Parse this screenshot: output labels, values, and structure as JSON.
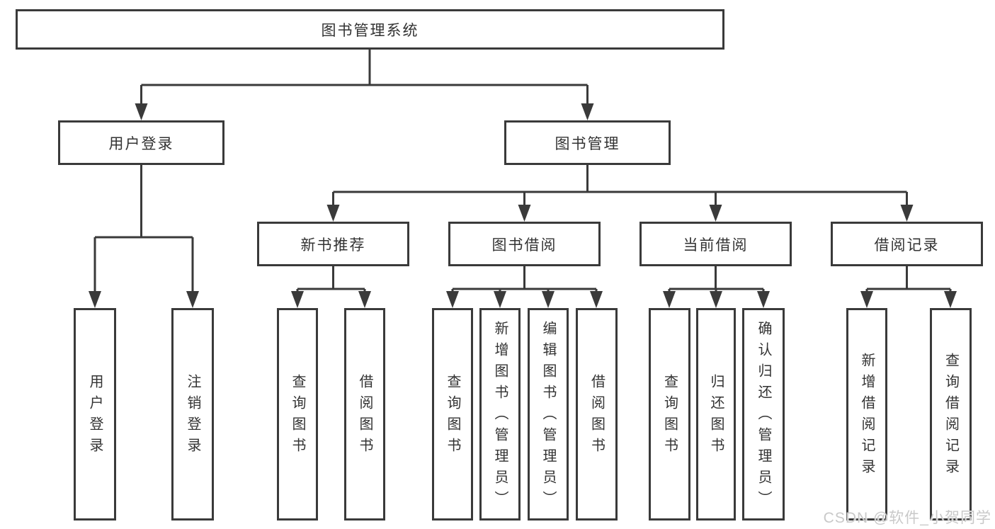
{
  "colors": {
    "line": "#3a3a3a",
    "box_border": "#3a3a3a",
    "box_background": "#ffffff",
    "text": "#333333",
    "watermark": "#c9c9c9"
  },
  "watermark": {
    "text": "CSDN @软件_小贺同学"
  },
  "tree": {
    "label": "图书管理系统",
    "children": [
      {
        "label": "用户登录",
        "children": [
          {
            "label": "用户登录"
          },
          {
            "label": "注销登录"
          }
        ]
      },
      {
        "label": "图书管理",
        "children": [
          {
            "label": "新书推荐",
            "children": [
              {
                "label": "查询图书"
              },
              {
                "label": "借阅图书"
              }
            ]
          },
          {
            "label": "图书借阅",
            "children": [
              {
                "label": "查询图书"
              },
              {
                "label": "新增图书（管理员）"
              },
              {
                "label": "编辑图书（管理员）"
              },
              {
                "label": "借阅图书"
              }
            ]
          },
          {
            "label": "当前借阅",
            "children": [
              {
                "label": "查询图书"
              },
              {
                "label": "归还图书"
              },
              {
                "label": "确认归还（管理员）"
              }
            ]
          },
          {
            "label": "借阅记录",
            "children": [
              {
                "label": "新增借阅记录"
              },
              {
                "label": "查询借阅记录"
              }
            ]
          }
        ]
      }
    ]
  }
}
